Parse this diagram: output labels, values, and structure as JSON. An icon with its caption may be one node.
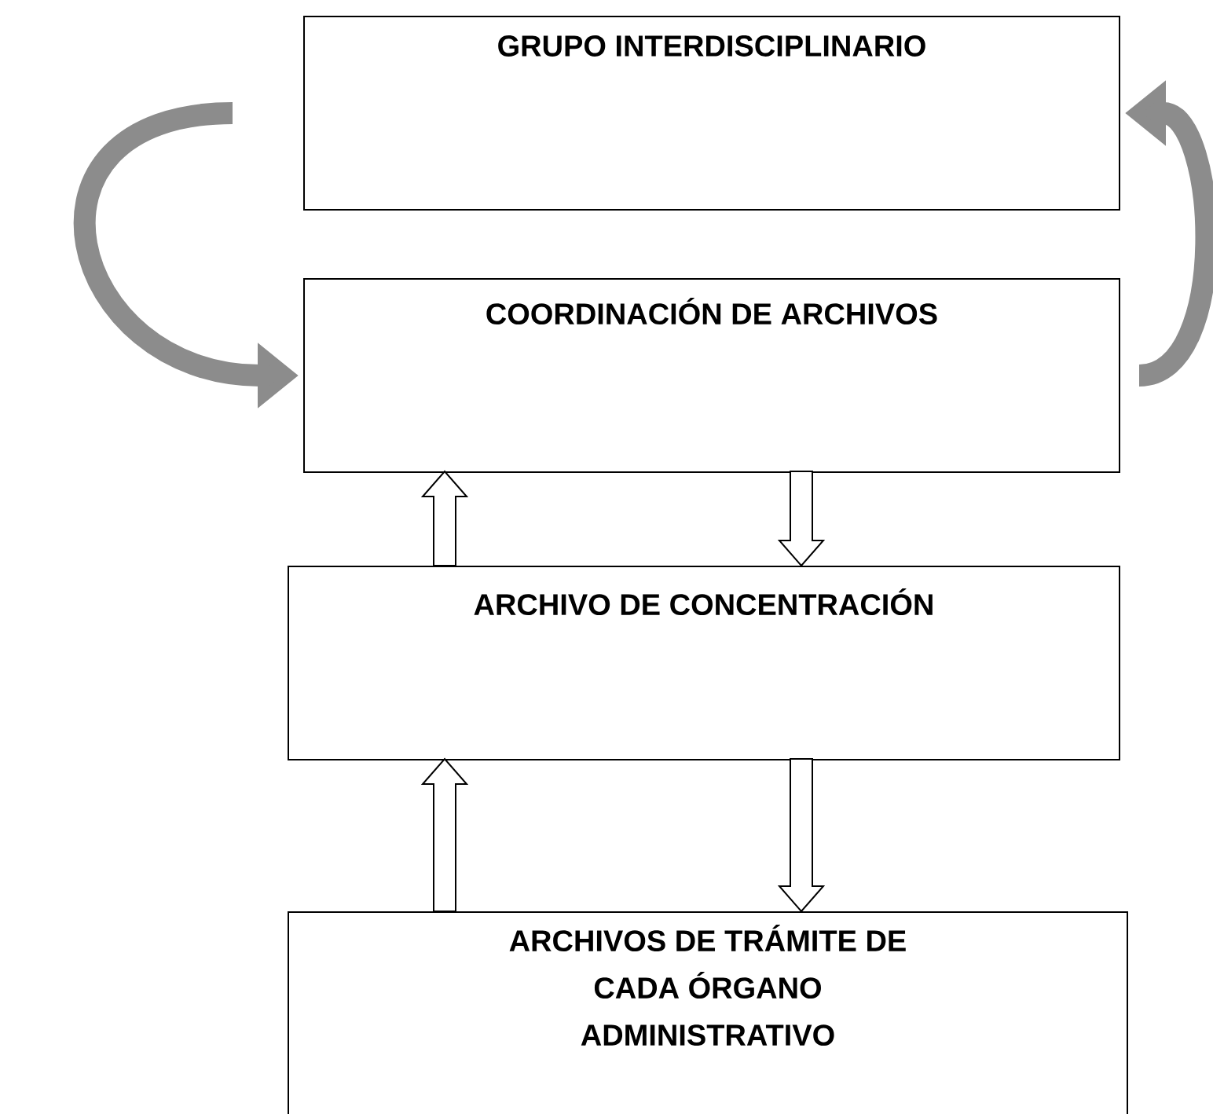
{
  "diagram": {
    "nodes": [
      {
        "text": [
          "GRUPO INTERDISCIPLINARIO"
        ]
      },
      {
        "text": [
          "COORDINACIÓN DE ARCHIVOS"
        ]
      },
      {
        "text": [
          "ARCHIVO DE CONCENTRACIÓN"
        ]
      },
      {
        "text": [
          "ARCHIVOS DE TRÁMITE DE CADA ÓRGANO ADMINISTRATIVO"
        ]
      }
    ],
    "edges": [
      {
        "from": 0,
        "to": 1,
        "arrow": "to",
        "color": "#8c8c8c"
      },
      {
        "from": 1,
        "to": 0,
        "arrow": "to",
        "color": "#8c8c8c"
      },
      {
        "from": 2,
        "to": 1,
        "arrow": "to"
      },
      {
        "from": 1,
        "to": 2,
        "arrow": "to"
      },
      {
        "from": 3,
        "to": 2,
        "arrow": "to"
      },
      {
        "from": 2,
        "to": 3,
        "arrow": "to"
      }
    ]
  }
}
